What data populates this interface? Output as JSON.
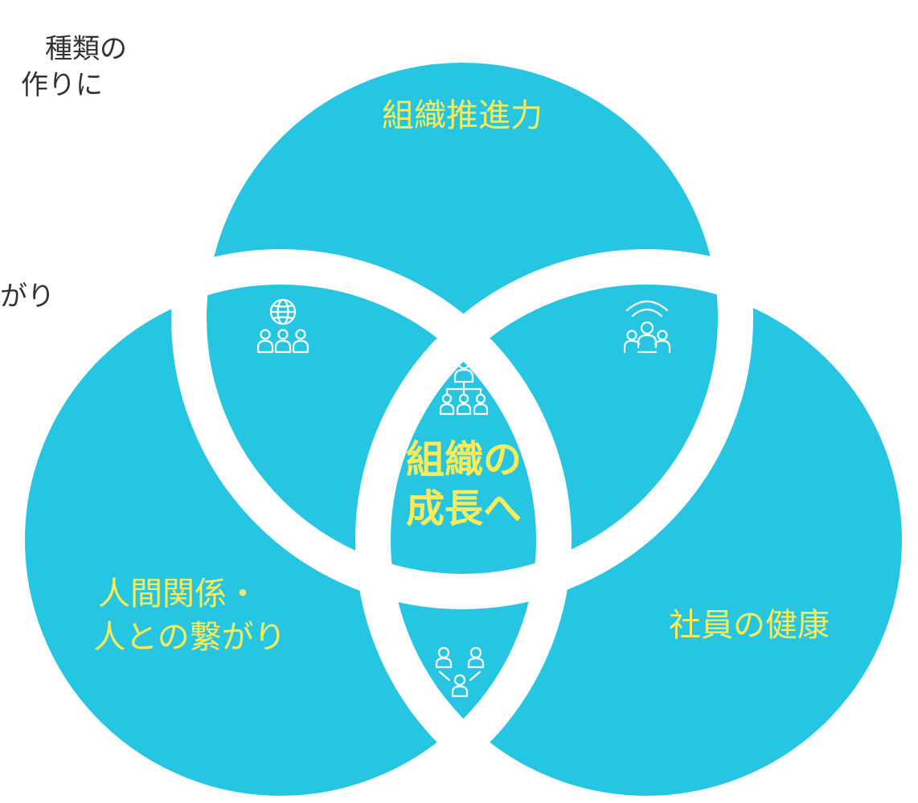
{
  "side_text": {
    "line1": "種類の",
    "line2": "作りに",
    "line3": "がり"
  },
  "diagram": {
    "top_label": "組織推進力",
    "left_label": [
      "人間関係・",
      "人との繋がり"
    ],
    "right_label": "社員の健康",
    "center_label": [
      "組織の",
      "成長へ"
    ]
  },
  "icons": {
    "top_left": "globe-team-icon",
    "top_right": "team-broadcast-icon",
    "center": "org-chart-icon",
    "bottom": "people-network-icon"
  },
  "colors": {
    "segment": "#26c6e2",
    "label_yellow": "#f8ec5a",
    "icon_white": "#ffffff",
    "gap": "#ffffff"
  }
}
